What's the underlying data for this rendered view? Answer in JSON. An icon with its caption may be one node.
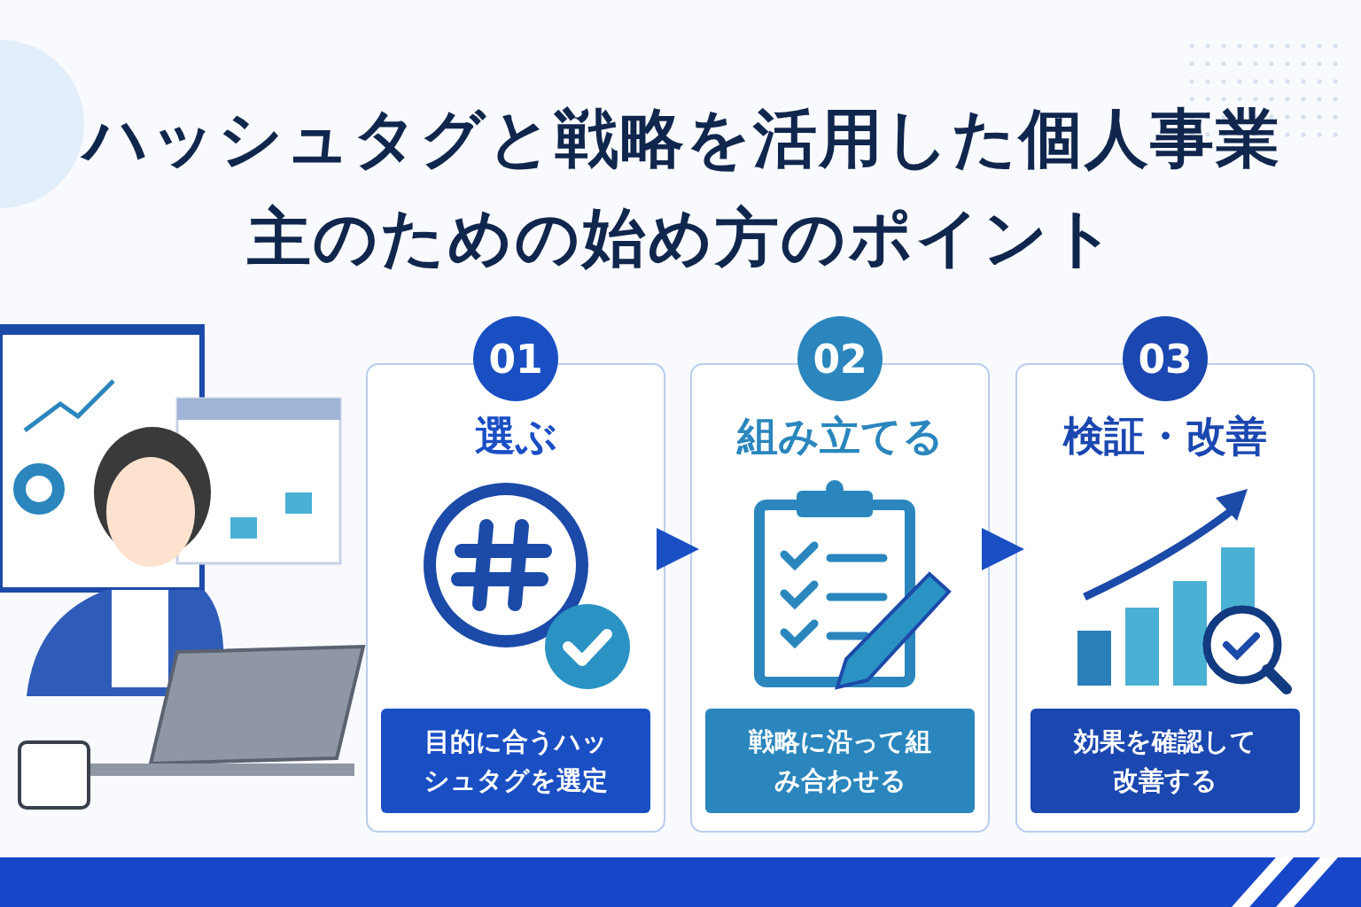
{
  "diagram": {
    "title": "ハッシュタグと戦略を活用した個人事業主のための始め方のポイント",
    "nodes": [
      {
        "text": [
          "01",
          "選ぶ",
          "目的に合うハッシュタグを選定"
        ]
      },
      {
        "text": [
          "02",
          "組み立てる",
          "戦略に沿って組み合わせる"
        ]
      },
      {
        "text": [
          "03",
          "検証・改善",
          "効果を確認して改善する"
        ]
      }
    ],
    "edges": [
      {
        "from": 0,
        "to": 1,
        "arrow": "to"
      },
      {
        "from": 1,
        "to": 2,
        "arrow": "to"
      }
    ]
  }
}
